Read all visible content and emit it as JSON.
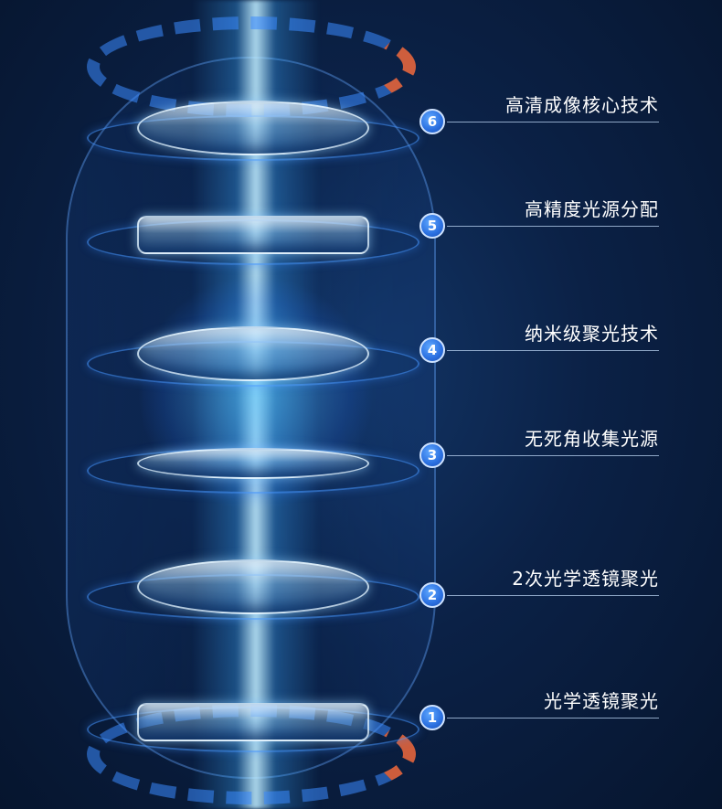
{
  "steps": [
    {
      "number": "6",
      "label": "高清成像核心技术"
    },
    {
      "number": "5",
      "label": "高精度光源分配"
    },
    {
      "number": "4",
      "label": "纳米级聚光技术"
    },
    {
      "number": "3",
      "label": "无死角收集光源"
    },
    {
      "number": "2",
      "label": "2次光学透镜聚光"
    },
    {
      "number": "1",
      "label": "光学透镜聚光"
    }
  ],
  "colors": {
    "background": "#0b2146",
    "beam": "#bfe9ff",
    "badge": "#2a6fe0",
    "accent_ring": "#ff6e3c"
  }
}
